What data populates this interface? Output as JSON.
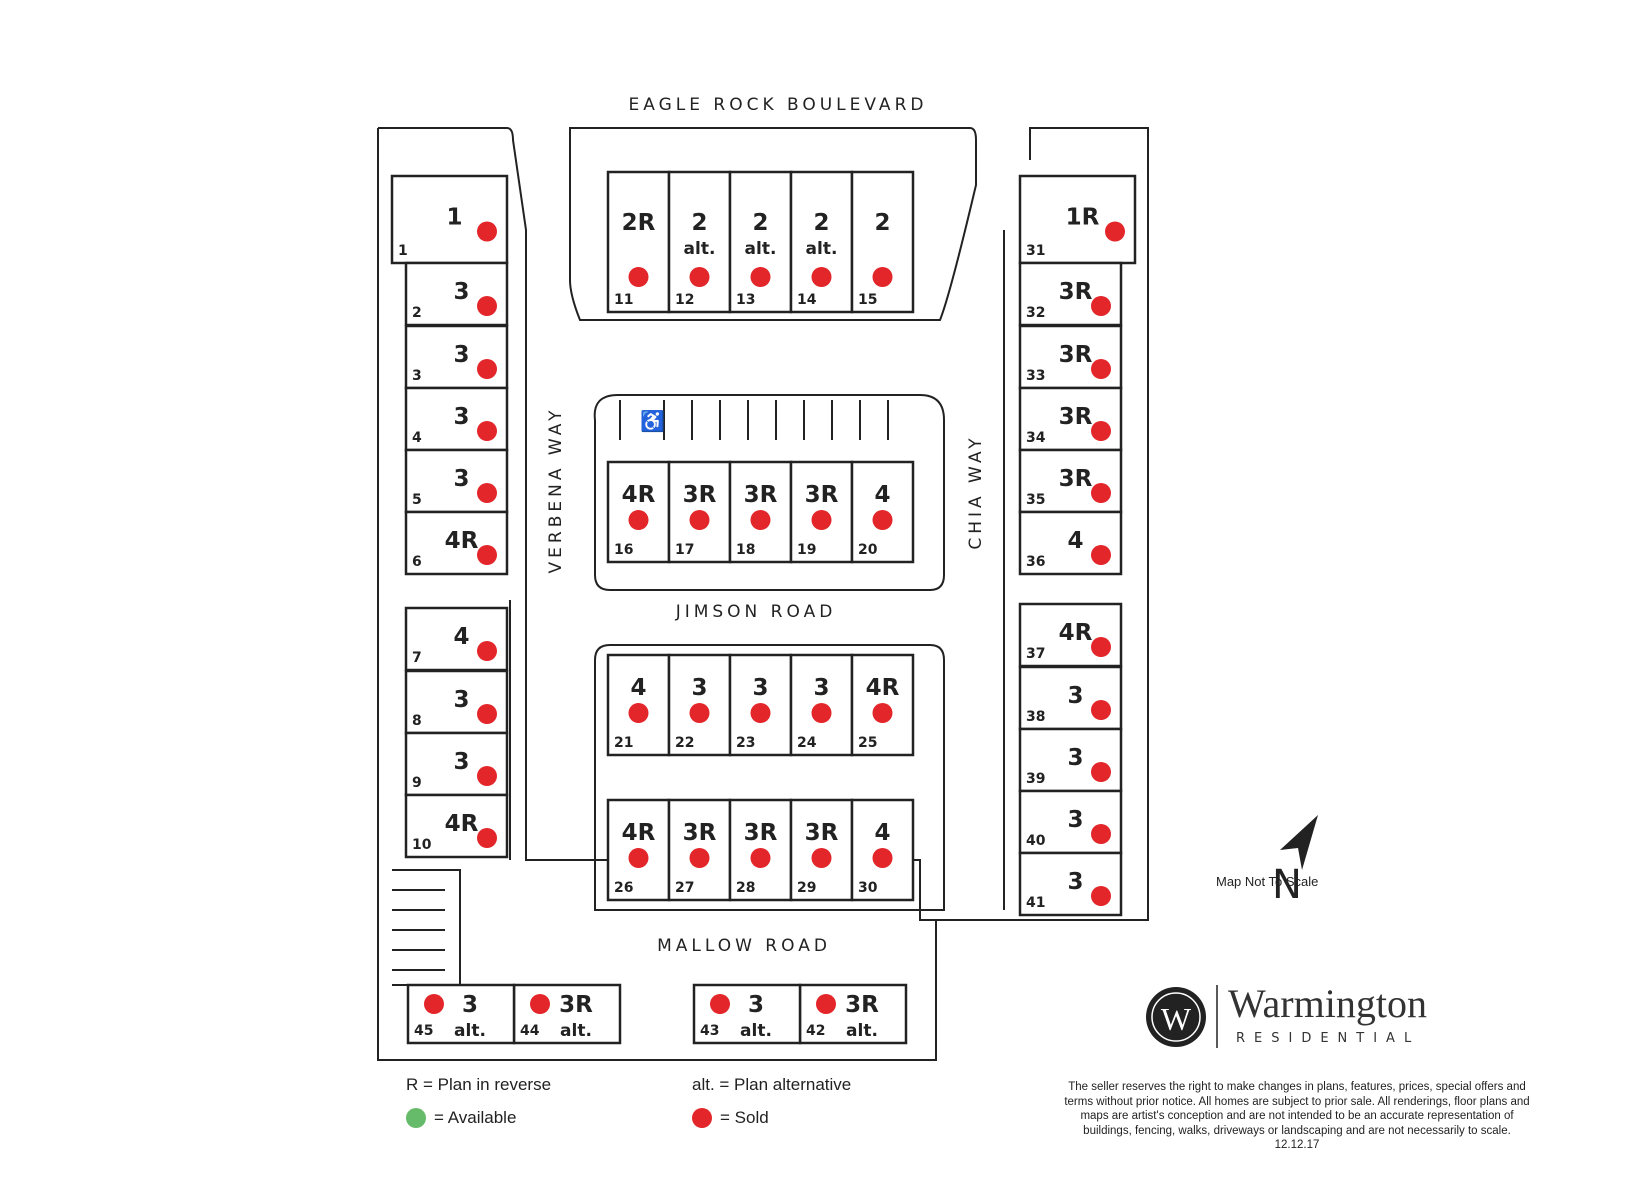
{
  "streets": {
    "north": "EAGLE ROCK BOULEVARD",
    "west": "VERBENA WAY",
    "east": "CHIA WAY",
    "middle": "JIMSON ROAD",
    "south": "MALLOW ROAD"
  },
  "lots": [
    {
      "number": "1",
      "plan": "1",
      "alt": "",
      "status": "sold"
    },
    {
      "number": "2",
      "plan": "3",
      "alt": "",
      "status": "sold"
    },
    {
      "number": "3",
      "plan": "3",
      "alt": "",
      "status": "sold"
    },
    {
      "number": "4",
      "plan": "3",
      "alt": "",
      "status": "sold"
    },
    {
      "number": "5",
      "plan": "3",
      "alt": "",
      "status": "sold"
    },
    {
      "number": "6",
      "plan": "4R",
      "alt": "",
      "status": "sold"
    },
    {
      "number": "7",
      "plan": "4",
      "alt": "",
      "status": "sold"
    },
    {
      "number": "8",
      "plan": "3",
      "alt": "",
      "status": "sold"
    },
    {
      "number": "9",
      "plan": "3",
      "alt": "",
      "status": "sold"
    },
    {
      "number": "10",
      "plan": "4R",
      "alt": "",
      "status": "sold"
    },
    {
      "number": "11",
      "plan": "2R",
      "alt": "",
      "status": "sold"
    },
    {
      "number": "12",
      "plan": "2",
      "alt": "alt.",
      "status": "sold"
    },
    {
      "number": "13",
      "plan": "2",
      "alt": "alt.",
      "status": "sold"
    },
    {
      "number": "14",
      "plan": "2",
      "alt": "alt.",
      "status": "sold"
    },
    {
      "number": "15",
      "plan": "2",
      "alt": "",
      "status": "sold"
    },
    {
      "number": "16",
      "plan": "4R",
      "alt": "",
      "status": "sold"
    },
    {
      "number": "17",
      "plan": "3R",
      "alt": "",
      "status": "sold"
    },
    {
      "number": "18",
      "plan": "3R",
      "alt": "",
      "status": "sold"
    },
    {
      "number": "19",
      "plan": "3R",
      "alt": "",
      "status": "sold"
    },
    {
      "number": "20",
      "plan": "4",
      "alt": "",
      "status": "sold"
    },
    {
      "number": "21",
      "plan": "4",
      "alt": "",
      "status": "sold"
    },
    {
      "number": "22",
      "plan": "3",
      "alt": "",
      "status": "sold"
    },
    {
      "number": "23",
      "plan": "3",
      "alt": "",
      "status": "sold"
    },
    {
      "number": "24",
      "plan": "3",
      "alt": "",
      "status": "sold"
    },
    {
      "number": "25",
      "plan": "4R",
      "alt": "",
      "status": "sold"
    },
    {
      "number": "26",
      "plan": "4R",
      "alt": "",
      "status": "sold"
    },
    {
      "number": "27",
      "plan": "3R",
      "alt": "",
      "status": "sold"
    },
    {
      "number": "28",
      "plan": "3R",
      "alt": "",
      "status": "sold"
    },
    {
      "number": "29",
      "plan": "3R",
      "alt": "",
      "status": "sold"
    },
    {
      "number": "30",
      "plan": "4",
      "alt": "",
      "status": "sold"
    },
    {
      "number": "31",
      "plan": "1R",
      "alt": "",
      "status": "sold"
    },
    {
      "number": "32",
      "plan": "3R",
      "alt": "",
      "status": "sold"
    },
    {
      "number": "33",
      "plan": "3R",
      "alt": "",
      "status": "sold"
    },
    {
      "number": "34",
      "plan": "3R",
      "alt": "",
      "status": "sold"
    },
    {
      "number": "35",
      "plan": "3R",
      "alt": "",
      "status": "sold"
    },
    {
      "number": "36",
      "plan": "4",
      "alt": "",
      "status": "sold"
    },
    {
      "number": "37",
      "plan": "4R",
      "alt": "",
      "status": "sold"
    },
    {
      "number": "38",
      "plan": "3",
      "alt": "",
      "status": "sold"
    },
    {
      "number": "39",
      "plan": "3",
      "alt": "",
      "status": "sold"
    },
    {
      "number": "40",
      "plan": "3",
      "alt": "",
      "status": "sold"
    },
    {
      "number": "41",
      "plan": "3",
      "alt": "",
      "status": "sold"
    },
    {
      "number": "42",
      "plan": "3R",
      "alt": "alt.",
      "status": "sold"
    },
    {
      "number": "43",
      "plan": "3",
      "alt": "alt.",
      "status": "sold"
    },
    {
      "number": "44",
      "plan": "3R",
      "alt": "alt.",
      "status": "sold"
    },
    {
      "number": "45",
      "plan": "3",
      "alt": "alt.",
      "status": "sold"
    }
  ],
  "legend": {
    "reverse": "R = Plan in reverse",
    "alternative": "alt. = Plan alternative",
    "available": "= Available",
    "sold": "= Sold"
  },
  "colors": {
    "available": "#66bb6a",
    "sold": "#e3262a",
    "line": "#222222"
  },
  "north": {
    "letter": "N",
    "note": "Map Not To Scale"
  },
  "brand": {
    "name": "Warmington",
    "sub": "RESIDENTIAL",
    "logo_letter": "W"
  },
  "disclaimer": "The seller reserves the right to make changes in plans, features, prices, special offers and terms without prior notice. All homes are subject to prior sale. All renderings, floor plans and maps are artist's conception and are not intended to be an accurate representation of buildings, fencing, walks, driveways or landscaping and are not necessarily to scale. 12.12.17"
}
